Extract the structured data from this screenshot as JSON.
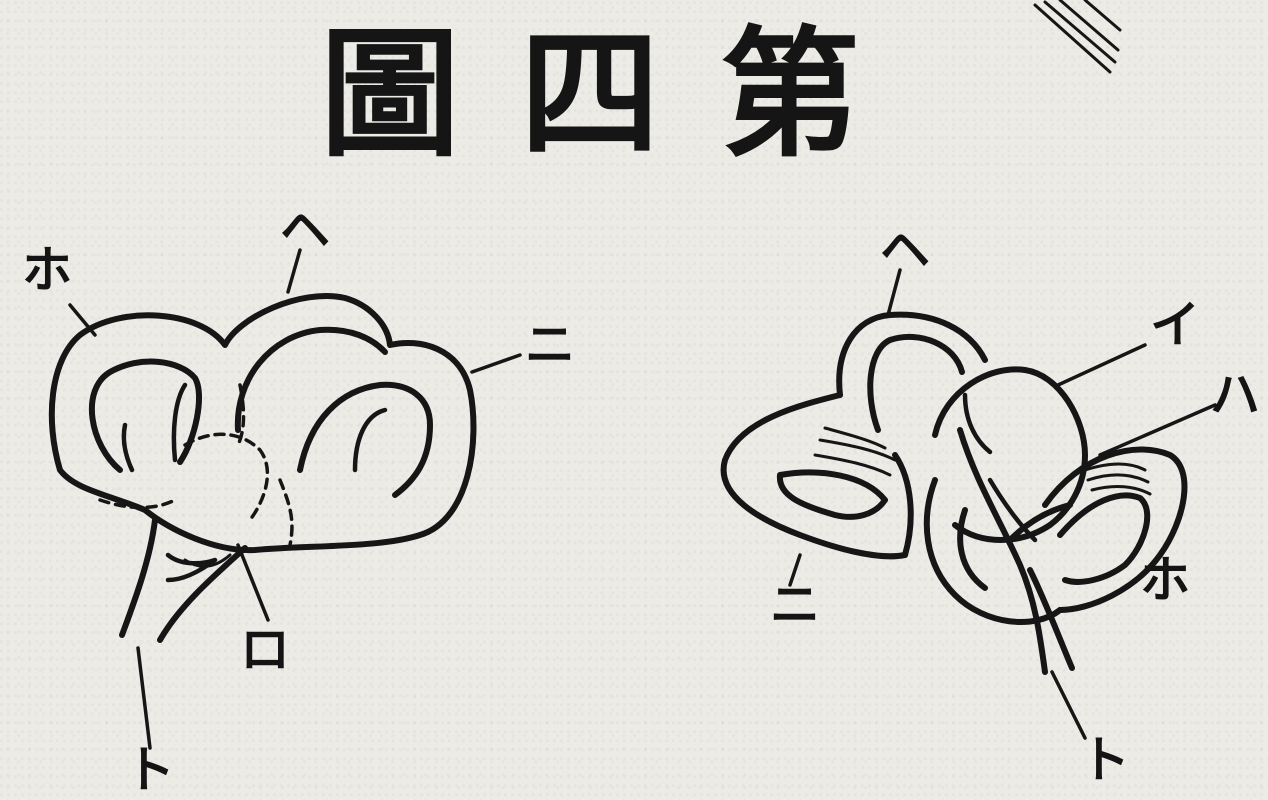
{
  "figure_title": [
    "第",
    "四",
    "圖"
  ],
  "left_figure": {
    "labels": {
      "ho": "ホ",
      "he": "ヘ",
      "ni": "ニ",
      "ro": "ロ",
      "to": "ト"
    }
  },
  "right_figure": {
    "labels": {
      "he": "ヘ",
      "i": "イ",
      "ha": "ハ",
      "ni": "ニ",
      "ho": "ホ",
      "to": "ト"
    }
  }
}
